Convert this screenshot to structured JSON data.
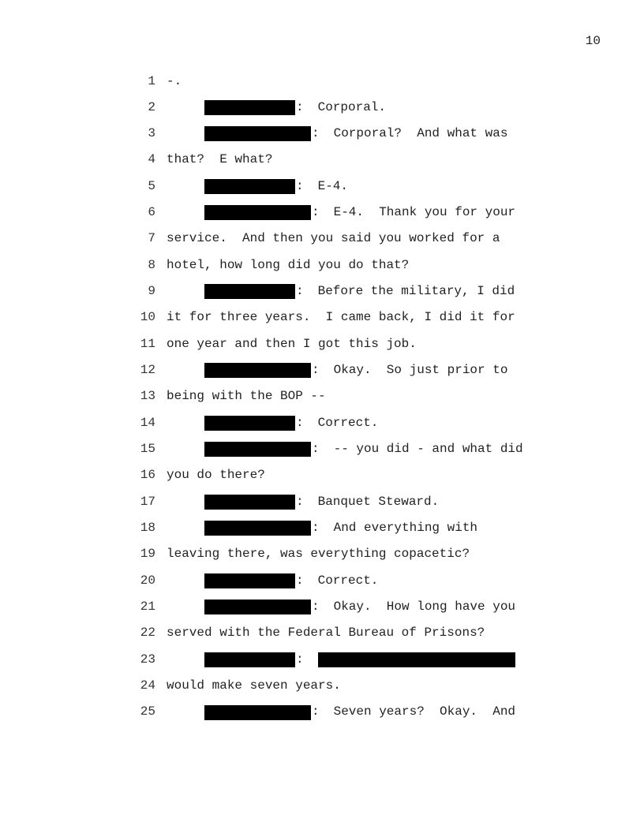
{
  "page_number": "10",
  "lines": [
    {
      "n": "1",
      "type": "text",
      "text": "-."
    },
    {
      "n": "2",
      "type": "speaker",
      "box": "short",
      "text": "Corporal."
    },
    {
      "n": "3",
      "type": "speaker",
      "box": "long",
      "text": "Corporal?  And what was"
    },
    {
      "n": "4",
      "type": "text",
      "text": "that?  E what?"
    },
    {
      "n": "5",
      "type": "speaker",
      "box": "short",
      "text": "E-4."
    },
    {
      "n": "6",
      "type": "speaker",
      "box": "long",
      "text": "E-4.  Thank you for your"
    },
    {
      "n": "7",
      "type": "text",
      "text": "service.  And then you said you worked for a"
    },
    {
      "n": "8",
      "type": "text",
      "text": "hotel, how long did you do that?"
    },
    {
      "n": "9",
      "type": "speaker",
      "box": "short",
      "text": "Before the military, I did"
    },
    {
      "n": "10",
      "type": "text",
      "text": "it for three years.  I came back, I did it for"
    },
    {
      "n": "11",
      "type": "text",
      "text": "one year and then I got this job."
    },
    {
      "n": "12",
      "type": "speaker",
      "box": "long",
      "text": "Okay.  So just prior to"
    },
    {
      "n": "13",
      "type": "text",
      "text": "being with the BOP --"
    },
    {
      "n": "14",
      "type": "speaker",
      "box": "short",
      "text": "Correct."
    },
    {
      "n": "15",
      "type": "speaker",
      "box": "long",
      "text": "-- you did - and what did"
    },
    {
      "n": "16",
      "type": "text",
      "text": "you do there?"
    },
    {
      "n": "17",
      "type": "speaker",
      "box": "short",
      "text": "Banquet Steward."
    },
    {
      "n": "18",
      "type": "speaker",
      "box": "long",
      "text": "And everything with"
    },
    {
      "n": "19",
      "type": "text",
      "text": "leaving there, was everything copacetic?"
    },
    {
      "n": "20",
      "type": "speaker",
      "box": "short",
      "text": "Correct."
    },
    {
      "n": "21",
      "type": "speaker",
      "box": "long",
      "text": "Okay.  How long have you"
    },
    {
      "n": "22",
      "type": "text",
      "text": "served with the Federal Bureau of Prisons?"
    },
    {
      "n": "23",
      "type": "speaker",
      "box": "short",
      "text": "",
      "redacted_answer": true
    },
    {
      "n": "24",
      "type": "text",
      "text": "would make seven years."
    },
    {
      "n": "25",
      "type": "speaker",
      "box": "long",
      "text": "Seven years?  Okay.  And"
    }
  ]
}
